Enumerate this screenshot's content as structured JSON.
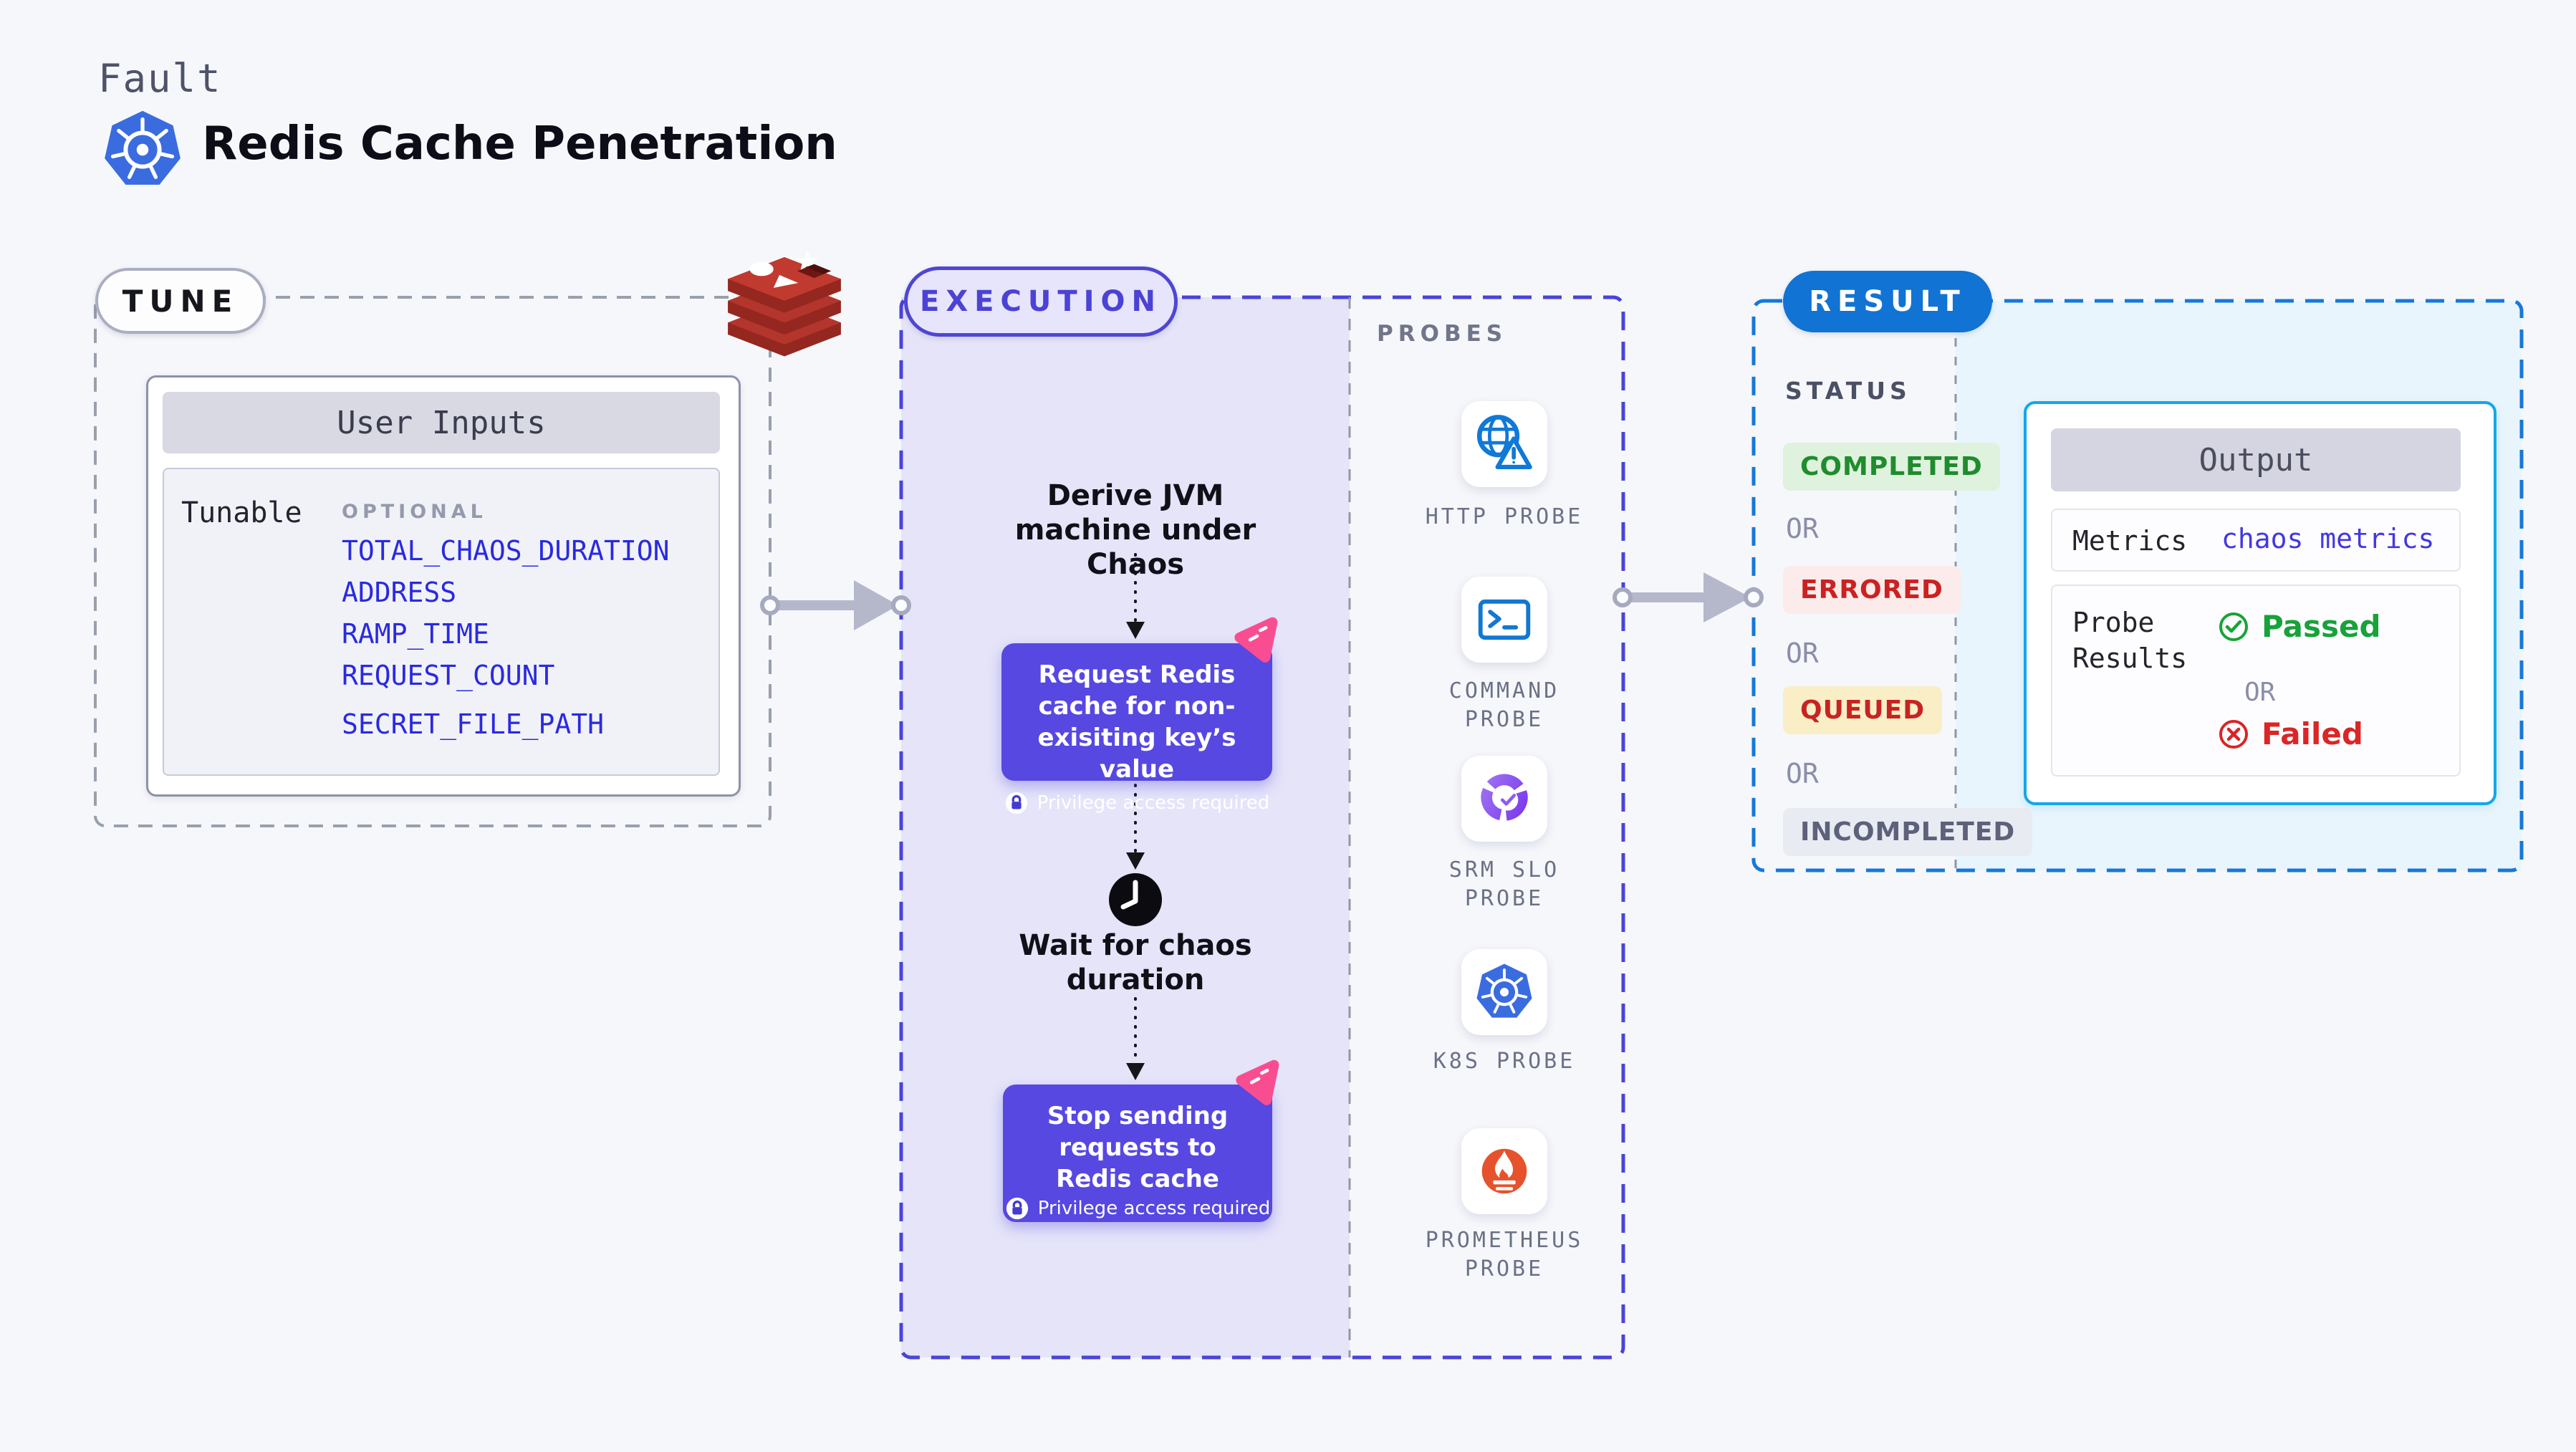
{
  "header": {
    "kicker": "Fault",
    "title": "Redis Cache Penetration"
  },
  "tune": {
    "label": "TUNE",
    "card_title": "User Inputs",
    "row_label": "Tunable",
    "group_label": "OPTIONAL",
    "inputs": [
      "TOTAL_CHAOS_DURATION",
      "ADDRESS",
      "RAMP_TIME",
      "REQUEST_COUNT",
      "SECRET_FILE_PATH"
    ]
  },
  "execution": {
    "label": "EXECUTION",
    "derive_step": "Derive JVM machine under Chaos",
    "request_action": "Request Redis cache for non-exisiting key’s value",
    "privilege_note": "Privilege access required",
    "wait_step": "Wait for chaos duration",
    "stop_action": "Stop sending requests to Redis cache"
  },
  "probes": {
    "label": "PROBES",
    "items": [
      {
        "name": "HTTP PROBE",
        "icon": "globe-warning-icon"
      },
      {
        "name": "COMMAND PROBE",
        "icon": "terminal-icon"
      },
      {
        "name": "SRM SLO PROBE",
        "icon": "slo-donut-check-icon"
      },
      {
        "name": "K8S PROBE",
        "icon": "kubernetes-icon"
      },
      {
        "name": "PROMETHEUS PROBE",
        "icon": "prometheus-icon"
      }
    ]
  },
  "result": {
    "label": "RESULT",
    "status_label": "STATUS",
    "or_label": "OR",
    "statuses": [
      {
        "label": "COMPLETED",
        "fg": "#1f8c2e",
        "bg": "#def2dd"
      },
      {
        "label": "ERRORED",
        "fg": "#cc2121",
        "bg": "#fcebeb"
      },
      {
        "label": "QUEUED",
        "fg": "#c62423",
        "bg": "#faeec6"
      },
      {
        "label": "INCOMPLETED",
        "fg": "#5d617a",
        "bg": "#e9ebf3"
      }
    ],
    "output": {
      "title": "Output",
      "metrics_label": "Metrics",
      "metrics_value": "chaos metrics",
      "probe_results_label": "Probe Results",
      "passed_label": "Passed",
      "or_label": "OR",
      "failed_label": "Failed"
    }
  },
  "colors": {
    "page_bg": "#f6f7fb",
    "tune_dash": "#98a0ad",
    "execution_dash": "#4a43da",
    "execution_fill": "#e5e4f9",
    "result_dash": "#1778d8",
    "result_fill": "#e8f5fd",
    "action_box": "#5748e2",
    "result_pill": "#1173d3",
    "arrow_grey": "#b5b8ca",
    "link_blue": "#2a2ae0",
    "metrics_indigo": "#4338e2",
    "passed_green": "#17a23a",
    "failed_red": "#da2626",
    "chaos_pink": "#f94d92",
    "kubernetes_blue": "#3a6ce0",
    "prometheus_orange": "#e6522c",
    "probe_icon_blue": "#1079d6"
  }
}
